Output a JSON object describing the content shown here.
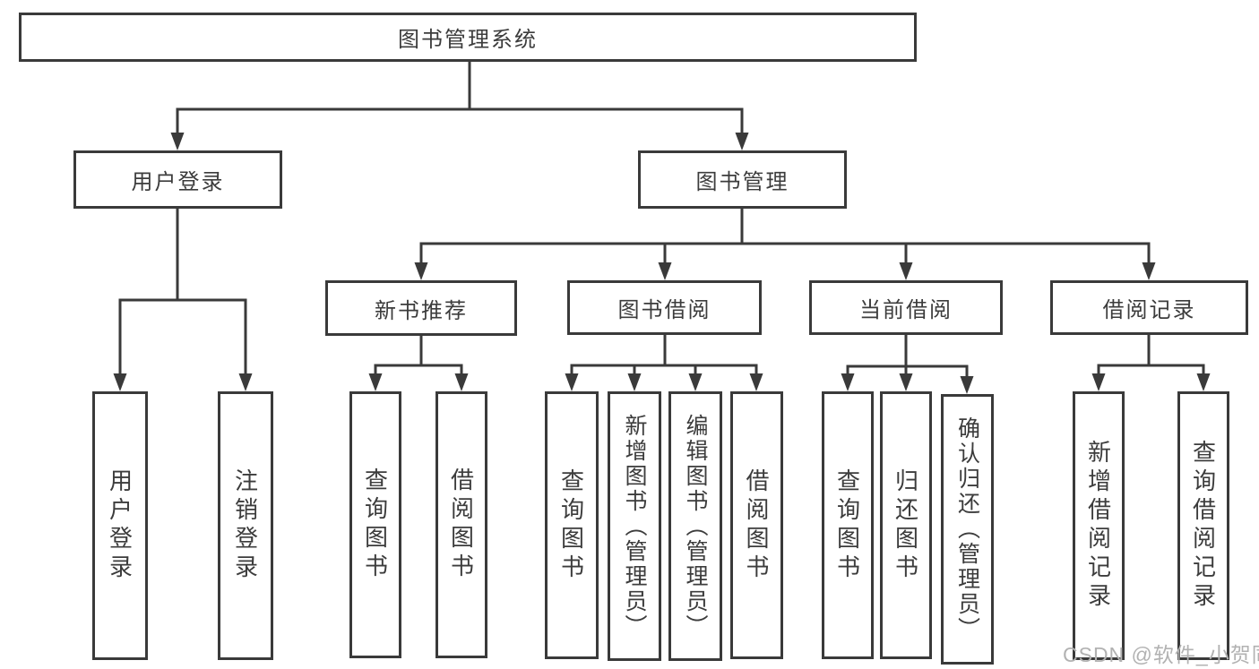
{
  "root": {
    "label": "图书管理系统"
  },
  "branches": [
    {
      "label": "用户登录",
      "children": [
        {
          "label": "用户登录"
        },
        {
          "label": "注销登录"
        }
      ]
    },
    {
      "label": "图书管理",
      "sections": [
        {
          "label": "新书推荐",
          "children": [
            {
              "label": "查询图书"
            },
            {
              "label": "借阅图书"
            }
          ]
        },
        {
          "label": "图书借阅",
          "children": [
            {
              "label": "查询图书"
            },
            {
              "label": "新增图书（管理员）"
            },
            {
              "label": "编辑图书（管理员）"
            },
            {
              "label": "借阅图书"
            }
          ]
        },
        {
          "label": "当前借阅",
          "children": [
            {
              "label": "查询图书"
            },
            {
              "label": "归还图书"
            },
            {
              "label": "确认归还（管理员）"
            }
          ]
        },
        {
          "label": "借阅记录",
          "children": [
            {
              "label": "新增借阅记录"
            },
            {
              "label": "查询借阅记录"
            }
          ]
        }
      ]
    }
  ],
  "watermark": "CSDN @软件_小贺同学",
  "colors": {
    "line": "#3a3a3a",
    "text": "#3c3c3c",
    "watermark": "#b2b2b2",
    "background": "#ffffff"
  }
}
